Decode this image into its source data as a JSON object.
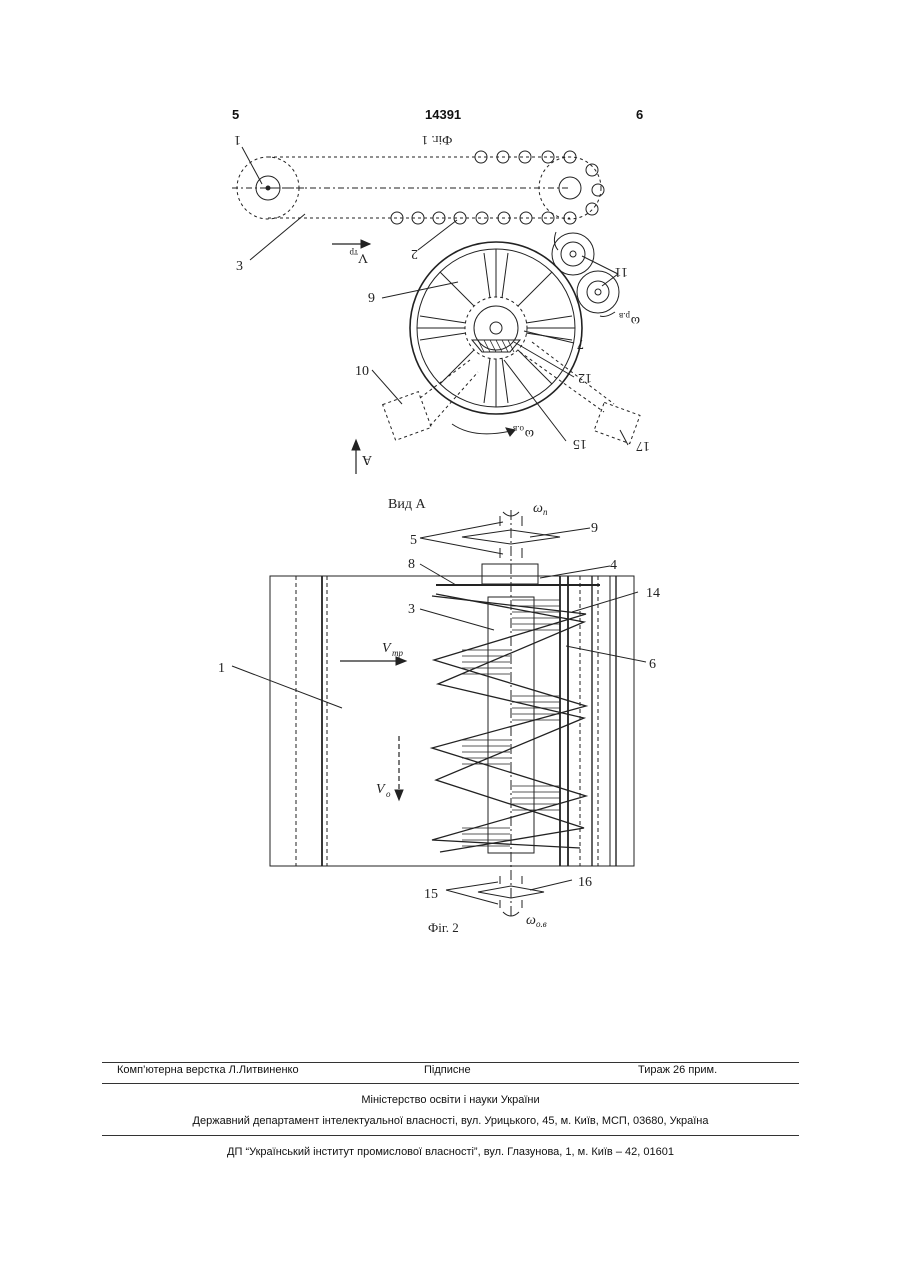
{
  "header": {
    "left_page": "5",
    "patent_no": "14391",
    "right_page": "6"
  },
  "figure1": {
    "caption": "Фіг. 1",
    "labels": [
      "1",
      "2",
      "3",
      "6",
      "7",
      "10",
      "11",
      "12",
      "15",
      "17"
    ],
    "vel_text": "V",
    "vel_sub": "тр",
    "omega_text": "ω",
    "omega_sub1": "о.в",
    "omega_sub2": "р.в",
    "view": "А"
  },
  "figure2": {
    "view_title": "Вид А",
    "caption": "Фіг. 2",
    "labels": [
      "1",
      "3",
      "4",
      "5",
      "6",
      "8",
      "9",
      "14",
      "15",
      "16"
    ],
    "v_tr": "V",
    "v_tr_sub": "тр",
    "v_o": "V",
    "v_o_sub": "о",
    "omega_top": "ω",
    "omega_top_sub": "п",
    "omega_bot": "ω",
    "omega_bot_sub": "о.в"
  },
  "footer": {
    "typesetting": "Комп’ютерна верстка Л.Литвиненко",
    "signed": "Підписне",
    "circulation": "Тираж 26 прим.",
    "ministry": "Міністерство освіти і науки України",
    "department": "Державний департамент інтелектуальної власності, вул. Урицького, 45, м. Київ, МСП, 03680, Україна",
    "institute": "ДП “Український інститут промислової власності”, вул. Глазунова, 1, м. Київ – 42, 01601"
  }
}
